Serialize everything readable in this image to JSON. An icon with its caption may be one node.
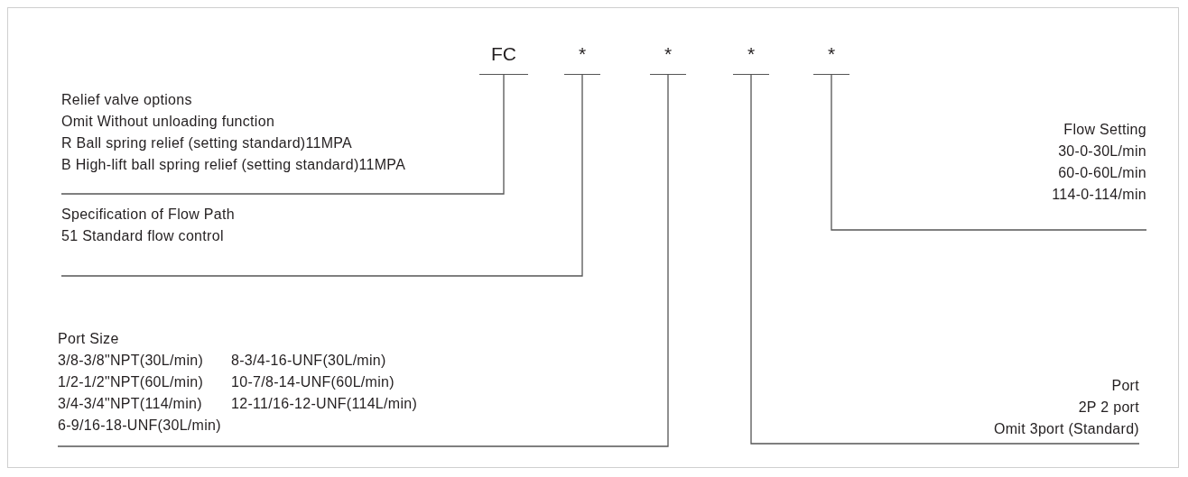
{
  "diagram": {
    "nodes": [
      {
        "text": [
          "FC"
        ]
      },
      {
        "text": [
          "*"
        ]
      },
      {
        "text": [
          "*"
        ]
      },
      {
        "text": [
          "*"
        ]
      },
      {
        "text": [
          "*"
        ]
      },
      {
        "text": [
          "Relief valve options",
          "Omit Without unloading function",
          "R Ball spring relief (setting standard)11MPA",
          "B High-lift ball spring relief (setting standard)11MPA"
        ]
      },
      {
        "text": [
          "Flow Setting",
          "30-0-30L/min",
          "60-0-60L/min",
          "114-0-114/min"
        ]
      },
      {
        "text": [
          "Specification of Flow Path",
          "51 Standard flow control"
        ]
      },
      {
        "text": [
          "Port Size",
          "3/8-3/8\"NPT(30L/min)",
          "8-3/4-16-UNF(30L/min)",
          "1/2-1/2\"NPT(60L/min)",
          "10-7/8-14-UNF(60L/min)",
          "3/4-3/4\"NPT(114/min)",
          "12-11/16-12-UNF(114L/min)",
          "6-9/16-18-UNF(30L/min)"
        ]
      },
      {
        "text": [
          "Port",
          "2P 2 port",
          "Omit 3port (Standard)"
        ]
      }
    ],
    "edges": [
      {
        "from": 0,
        "to": 5,
        "arrow": "none"
      },
      {
        "from": 1,
        "to": 7,
        "arrow": "none"
      },
      {
        "from": 2,
        "to": 8,
        "arrow": "none"
      },
      {
        "from": 3,
        "to": 9,
        "arrow": "none"
      },
      {
        "from": 4,
        "to": 6,
        "arrow": "none"
      }
    ]
  }
}
